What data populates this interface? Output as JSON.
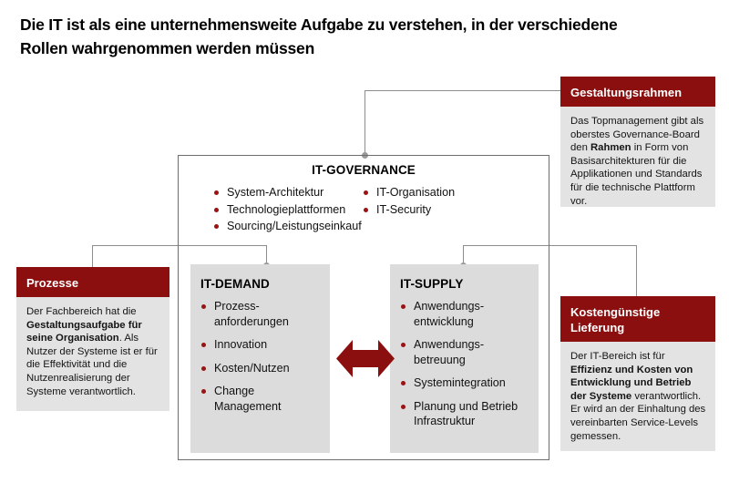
{
  "title": "Die IT ist als eine unternehmensweite Aufgabe zu verstehen, in der verschiedene Rollen wahrgenommen werden müssen",
  "colors": {
    "accent_red": "#8b0f0f",
    "bullet_red": "#9b1212",
    "panel_gray": "#dcdcdc",
    "card_body_gray": "#e3e3e3",
    "line_gray": "#8d8d8d",
    "frame_gray": "#6e6e6e"
  },
  "governance": {
    "heading": "IT-GOVERNANCE",
    "column_left": [
      "System-Architektur",
      "Technologieplattformen",
      "Sourcing/Leistungseinkauf"
    ],
    "column_right": [
      "IT-Organisation",
      "IT-Security"
    ]
  },
  "demand": {
    "heading": "IT-DEMAND",
    "items": [
      "Prozess-\nanforderungen",
      "Innovation",
      "Kosten/Nutzen",
      "Change\nManagement"
    ]
  },
  "supply": {
    "heading": "IT-SUPPLY",
    "items": [
      "Anwendungs-\nentwicklung",
      "Anwendungs-\nbetreuung",
      "Systemintegration",
      "Planung und Betrieb\nInfrastruktur"
    ]
  },
  "cards": {
    "gestaltungsrahmen": {
      "heading": "Gestaltungsrahmen",
      "body_parts": [
        {
          "text": "Das Topmanagement gibt als oberstes Governance-Board den ",
          "bold": false
        },
        {
          "text": "Rahmen",
          "bold": true
        },
        {
          "text": " in Form von Basisarchitekturen für die Applikationen und Standards für die technische Plattform vor.",
          "bold": false
        }
      ]
    },
    "prozesse": {
      "heading": "Prozesse",
      "body_parts": [
        {
          "text": "Der Fachbereich hat die ",
          "bold": false
        },
        {
          "text": "Gestaltungsaufgabe für seine Organisation",
          "bold": true
        },
        {
          "text": ". Als Nutzer der Systeme ist er für die Effektivität und die Nutzenrealisierung der Systeme verantwortlich.",
          "bold": false
        }
      ]
    },
    "kostenguenstige_lieferung": {
      "heading": "Kostengünstige Lieferung",
      "body_parts": [
        {
          "text": "Der IT-Bereich ist für ",
          "bold": false
        },
        {
          "text": "Effizienz und Kosten von Entwicklung und Betrieb der Systeme",
          "bold": true
        },
        {
          "text": " verantwortlich. Er wird an der Einhaltung des vereinbarten Service-Levels gemessen.",
          "bold": false
        }
      ]
    }
  },
  "center_arrow": {
    "name": "double-headed-arrow",
    "meaning": "bidirectional relation between IT-DEMAND and IT-SUPPLY"
  }
}
